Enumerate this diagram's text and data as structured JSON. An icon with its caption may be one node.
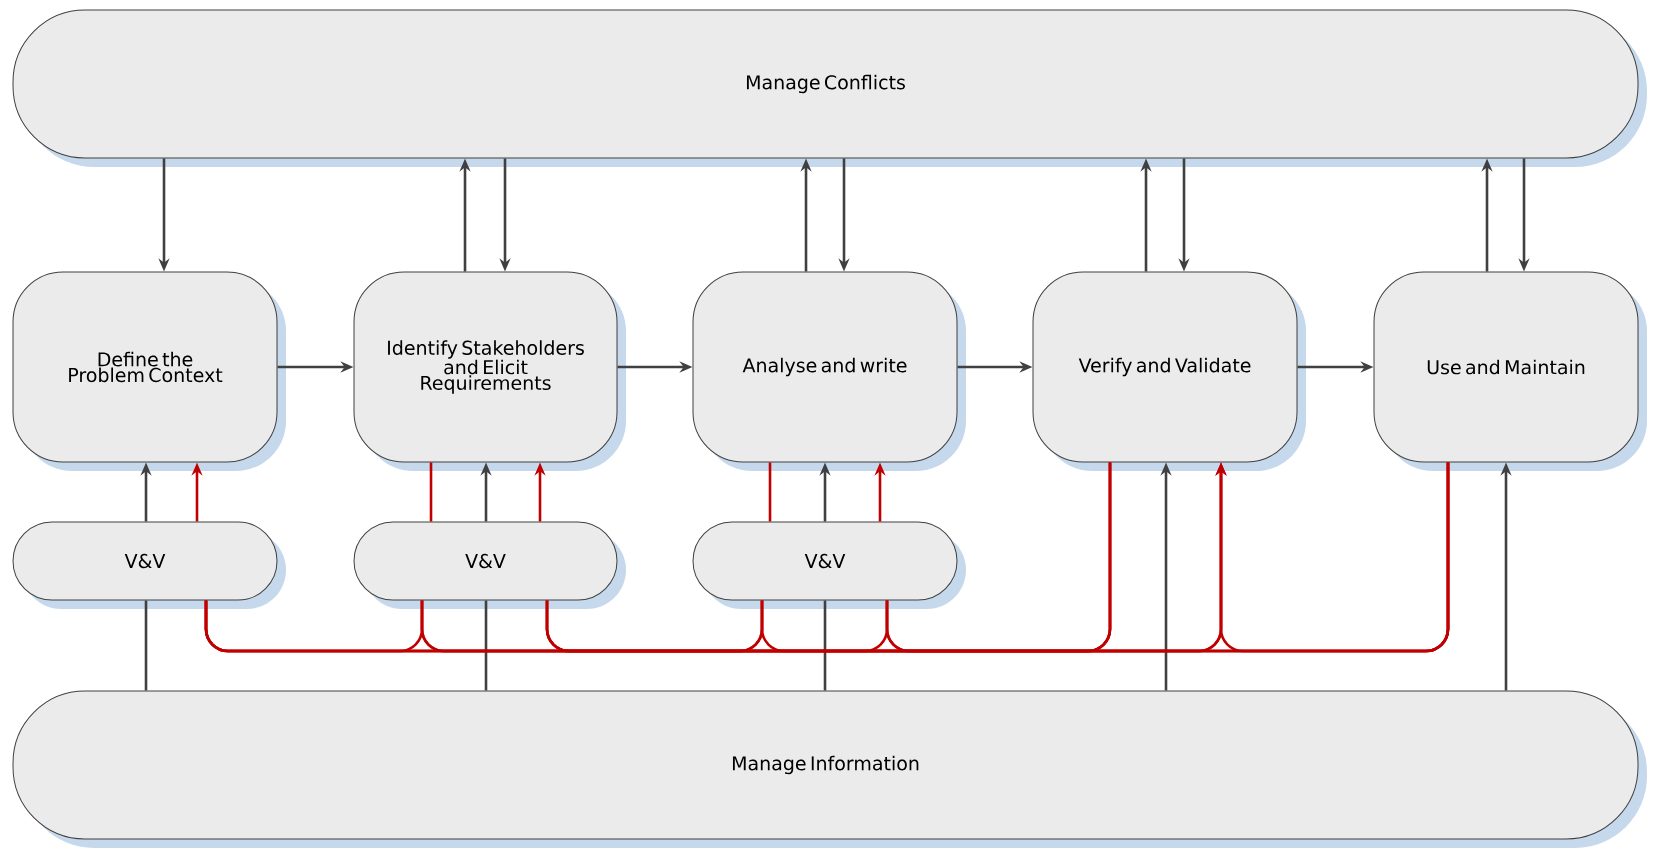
{
  "diagram": {
    "nodes": [
      {
        "text": [
          "Manage Conflicts"
        ]
      },
      {
        "text": [
          "Define the Problem Context"
        ]
      },
      {
        "text": [
          "Identify Stakeholders and Elicit Requirements"
        ]
      },
      {
        "text": [
          "Analyse and write"
        ]
      },
      {
        "text": [
          "Verify and Validate"
        ]
      },
      {
        "text": [
          "Use and Maintain"
        ]
      },
      {
        "text": [
          "V&V"
        ]
      },
      {
        "text": [
          "V&V"
        ]
      },
      {
        "text": [
          "V&V"
        ]
      },
      {
        "text": [
          "Manage Information"
        ]
      }
    ],
    "edges": [
      {
        "from": 0,
        "to": 1,
        "arrow": "to"
      },
      {
        "from": 2,
        "to": 0,
        "arrow": "to"
      },
      {
        "from": 0,
        "to": 2,
        "arrow": "to"
      },
      {
        "from": 3,
        "to": 0,
        "arrow": "to"
      },
      {
        "from": 0,
        "to": 3,
        "arrow": "to"
      },
      {
        "from": 4,
        "to": 0,
        "arrow": "to"
      },
      {
        "from": 0,
        "to": 4,
        "arrow": "to"
      },
      {
        "from": 5,
        "to": 0,
        "arrow": "to"
      },
      {
        "from": 0,
        "to": 5,
        "arrow": "to"
      },
      {
        "from": 1,
        "to": 2,
        "arrow": "to"
      },
      {
        "from": 2,
        "to": 3,
        "arrow": "to"
      },
      {
        "from": 3,
        "to": 4,
        "arrow": "to"
      },
      {
        "from": 4,
        "to": 5,
        "arrow": "to"
      },
      {
        "from": 9,
        "to": 6,
        "arrow": "none"
      },
      {
        "from": 6,
        "to": 1,
        "arrow": "to"
      },
      {
        "from": 6,
        "to": 1,
        "arrow": "to",
        "color": "#c00000"
      },
      {
        "from": 2,
        "to": 7,
        "arrow": "none",
        "color": "#c00000"
      },
      {
        "from": 9,
        "to": 7,
        "arrow": "none"
      },
      {
        "from": 7,
        "to": 2,
        "arrow": "to"
      },
      {
        "from": 7,
        "to": 2,
        "arrow": "to",
        "color": "#c00000"
      },
      {
        "from": 3,
        "to": 8,
        "arrow": "none",
        "color": "#c00000"
      },
      {
        "from": 9,
        "to": 8,
        "arrow": "none"
      },
      {
        "from": 8,
        "to": 3,
        "arrow": "to"
      },
      {
        "from": 8,
        "to": 3,
        "arrow": "to",
        "color": "#c00000"
      },
      {
        "from": 9,
        "to": 4,
        "arrow": "to"
      },
      {
        "from": 9,
        "to": 5,
        "arrow": "to"
      },
      {
        "from": 7,
        "to": 6,
        "arrow": "none",
        "color": "#c00000"
      },
      {
        "from": 7,
        "to": 8,
        "arrow": "none",
        "color": "#c00000"
      },
      {
        "from": 7,
        "to": 4,
        "arrow": "to",
        "color": "#c00000"
      },
      {
        "from": 8,
        "to": 6,
        "arrow": "none",
        "color": "#c00000"
      },
      {
        "from": 8,
        "to": 7,
        "arrow": "none",
        "color": "#c00000"
      },
      {
        "from": 8,
        "to": 4,
        "arrow": "to",
        "color": "#c00000"
      },
      {
        "from": 4,
        "to": 6,
        "arrow": "none",
        "color": "#c00000"
      },
      {
        "from": 4,
        "to": 7,
        "arrow": "none",
        "color": "#c00000"
      },
      {
        "from": 4,
        "to": 8,
        "arrow": "none",
        "color": "#c00000"
      },
      {
        "from": 5,
        "to": 6,
        "arrow": "none",
        "color": "#c00000"
      },
      {
        "from": 5,
        "to": 7,
        "arrow": "none",
        "color": "#c00000"
      },
      {
        "from": 5,
        "to": 8,
        "arrow": "none",
        "color": "#c00000"
      },
      {
        "from": 5,
        "to": 4,
        "arrow": "to",
        "color": "#c00000"
      }
    ]
  }
}
